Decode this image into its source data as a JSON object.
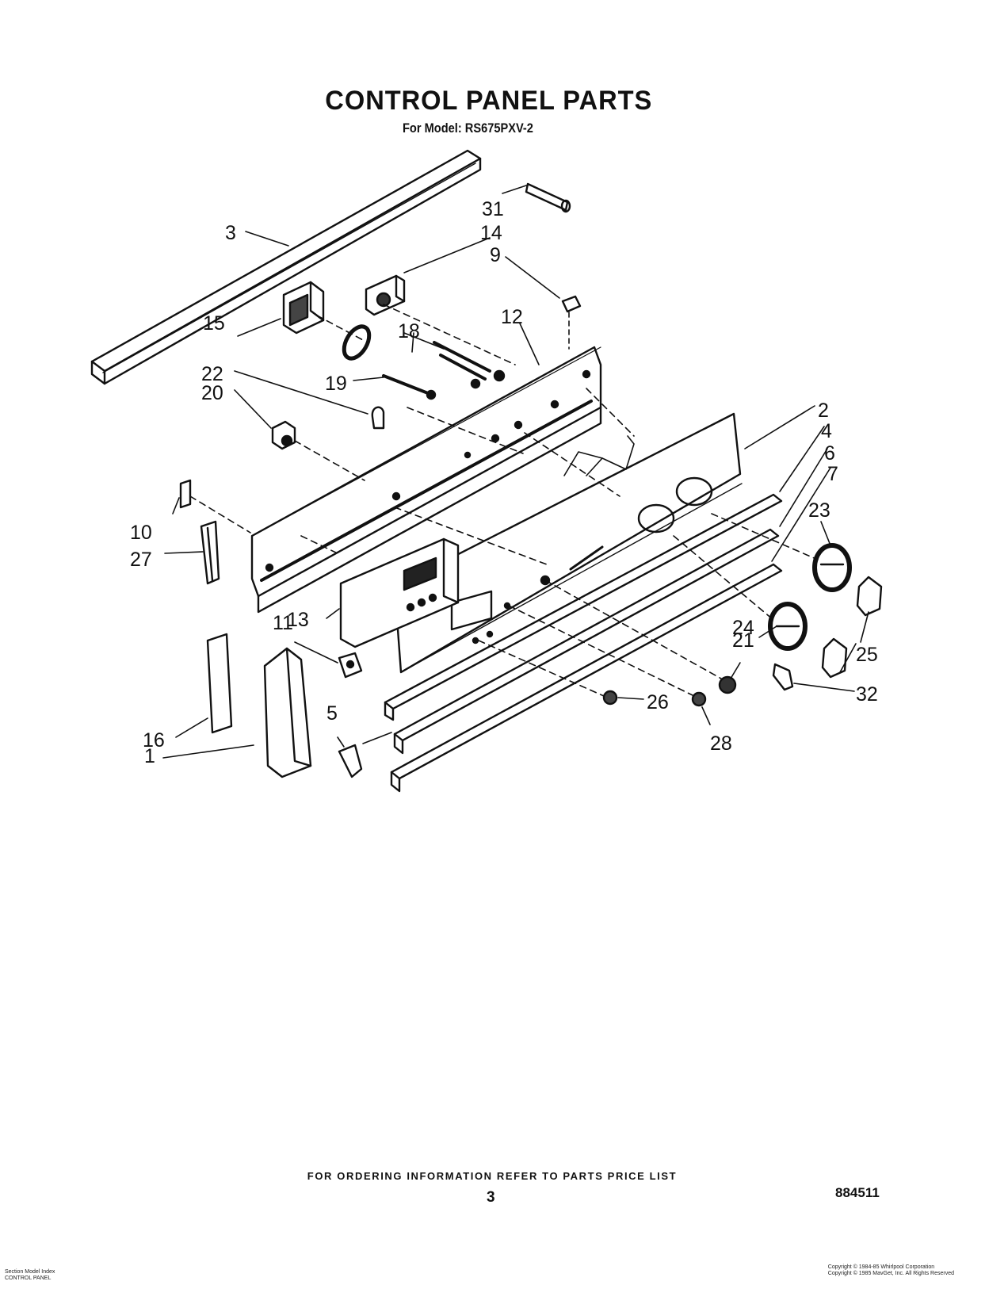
{
  "header": {
    "title": "CONTROL PANEL PARTS",
    "subtitle": "For Model: RS675PXV-2"
  },
  "callouts": [
    "1",
    "2",
    "3",
    "4",
    "5",
    "6",
    "7",
    "9",
    "10",
    "11",
    "12",
    "13",
    "14",
    "15",
    "16",
    "18",
    "19",
    "20",
    "21",
    "22",
    "23",
    "24",
    "25",
    "26",
    "27",
    "28",
    "31",
    "32"
  ],
  "footer": {
    "ordering_note": "FOR ORDERING INFORMATION REFER TO PARTS PRICE LIST",
    "page_number": "3",
    "document_number": "884511",
    "left_small_line1": "Section Model Index",
    "left_small_line2": "CONTROL PANEL",
    "right_small_line1": "Copyright © 1984-85 Whirlpool Corporation",
    "right_small_line2": "Copyright © 1985 MavGet, Inc. All Rights Reserved"
  }
}
